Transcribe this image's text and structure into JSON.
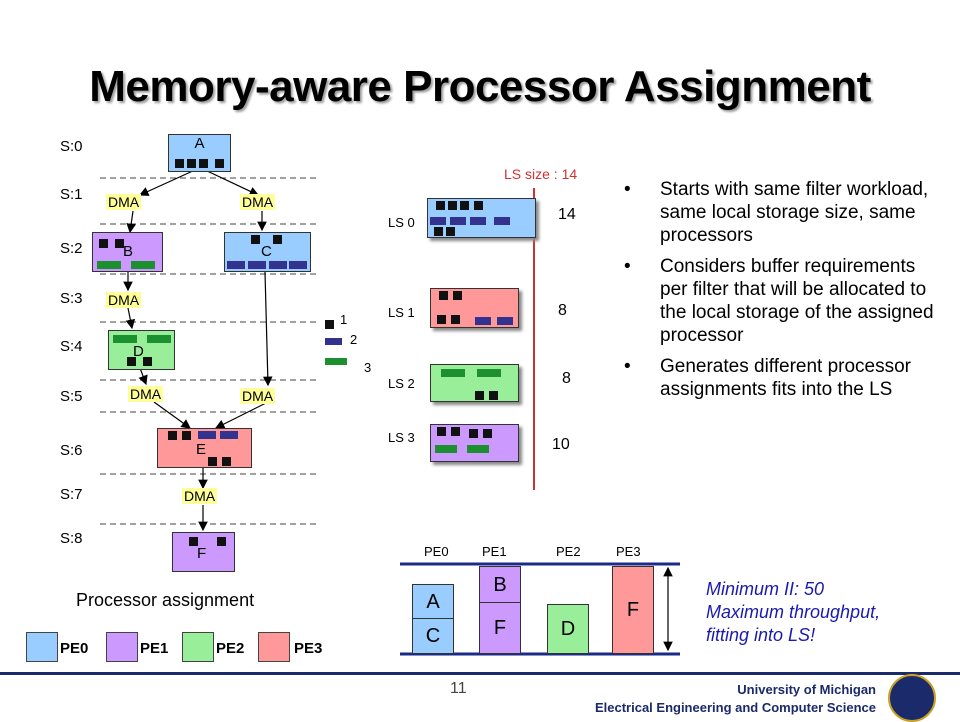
{
  "title": "Memory-aware Processor Assignment",
  "stages": [
    "S:0",
    "S:1",
    "S:2",
    "S:3",
    "S:4",
    "S:5",
    "S:6",
    "S:7",
    "S:8"
  ],
  "nodes": {
    "a": "A",
    "b": "B",
    "c": "C",
    "d": "D",
    "e": "E",
    "f": "F"
  },
  "dma": "DMA",
  "legend_small": {
    "one": "1",
    "two": "2",
    "three": "3"
  },
  "ls": {
    "size_label": "LS size : 14",
    "rows": [
      {
        "label": "LS 0",
        "value": "14"
      },
      {
        "label": "LS 1",
        "value": "8"
      },
      {
        "label": "LS 2",
        "value": "8"
      },
      {
        "label": "LS 3",
        "value": "10"
      }
    ]
  },
  "bullets": [
    "Starts with same filter workload, same local storage size, same processors",
    "Considers buffer requirements per filter that will be allocated to the local storage of the assigned processor",
    "Generates different processor assignments fits into the LS"
  ],
  "assignment": {
    "caption": "Processor assignment",
    "pe_headers": [
      "PE0",
      "PE1",
      "PE2",
      "PE3"
    ],
    "legend": [
      "PE0",
      "PE1",
      "PE2",
      "PE3"
    ],
    "boxes": {
      "pe0_top": "A",
      "pe0_bottom": "C",
      "pe1_top": "B",
      "pe1_bottom": "F",
      "pe2": "D",
      "pe3": "F"
    },
    "note_line1": "Minimum II: 50",
    "note_line2": "Maximum throughput,",
    "note_line3": "fitting into LS!"
  },
  "colors": {
    "pe0": "#99ccff",
    "pe1": "#cc99ff",
    "pe2": "#99ee99",
    "pe3": "#ff9999",
    "dma": "#ffff99",
    "accent": "#1a1ab0",
    "ls_line": "#cc3333"
  },
  "footer": {
    "page": "11",
    "line1": "University of Michigan",
    "line2": "Electrical Engineering and Computer Science"
  }
}
